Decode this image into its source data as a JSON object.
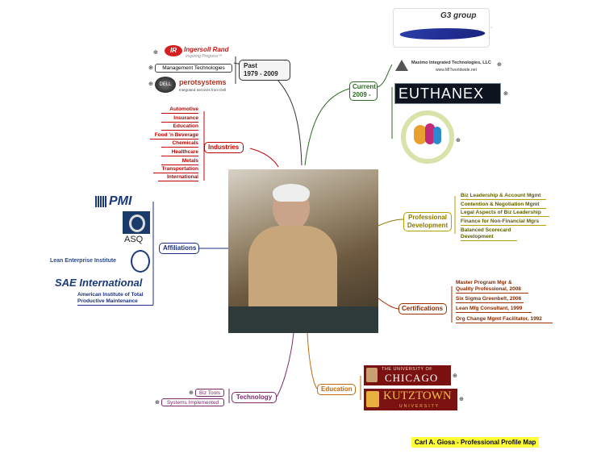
{
  "central": {
    "label": "photo"
  },
  "branches": {
    "past": {
      "title": "Past",
      "years": "1979 - 2009",
      "items": [
        "Ingersoll Rand",
        "Inspiring Progress™",
        "Management Technologies",
        "perotsystems",
        "Integrated Services from Dell"
      ]
    },
    "current": {
      "title": "Current",
      "years": "2009 -",
      "items": [
        "G3 group",
        "Maximo Integrated Technologies, LLC",
        "www.MITworldwide.net",
        "EUTHANEX"
      ]
    },
    "industries": {
      "title": "Industries",
      "items": [
        "Automotive",
        "Insurance",
        "Education",
        "Food 'n Beverage",
        "Chemicals",
        "Healthcare",
        "Metals",
        "Transportation",
        "International"
      ]
    },
    "affiliations": {
      "title": "Affiliations",
      "items": [
        "PMI",
        "ASQ",
        "Lean Enterprise Institute",
        "SAE International",
        "American Institute of Total Productive Maintenance"
      ]
    },
    "professional": {
      "title": "Professional Development",
      "items": [
        "Biz Leadership & Account Mgmt",
        "Contention & Negotiation Mgmt",
        "Legal Aspects of Biz Leadership",
        "Finance for Non-Financial Mgrs",
        "Balanced Scorecard Development"
      ]
    },
    "certifications": {
      "title": "Certifications",
      "items": [
        "Master Program Mgr & Quality Professional, 2008",
        "Six Sigma Greenbelt, 2006",
        "Lean Mfg Consultant, 1999",
        "Org Change Mgmt Facilitator, 1992"
      ]
    },
    "technology": {
      "title": "Technology",
      "items": [
        "Biz Tools",
        "Systems Implemented"
      ]
    },
    "education": {
      "title": "Education",
      "items": [
        "THE UNIVERSITY OF",
        "CHICAGO",
        "KUTZTOWN",
        "UNIVERSITY"
      ]
    }
  },
  "footer": {
    "title": "Carl A. Giosa - Professional Profile Map"
  },
  "colors": {
    "past": "#333333",
    "current": "#2a6b1e",
    "industries": "#c00000",
    "affiliations": "#1a2f80",
    "professional": "#8a7a00",
    "certifications": "#a03000",
    "technology": "#7a2a6a",
    "education": "#c06a10",
    "footer_bg": "#ffff33"
  },
  "icons": [
    "plus-icon",
    "g3-logo",
    "ir-logo",
    "perot-logo",
    "maximo-logo",
    "euthanex-logo",
    "sdgj-logo",
    "pmi-logo",
    "asq-logo",
    "lei-logo",
    "sae-logo",
    "chicago-logo",
    "kutztown-logo"
  ]
}
